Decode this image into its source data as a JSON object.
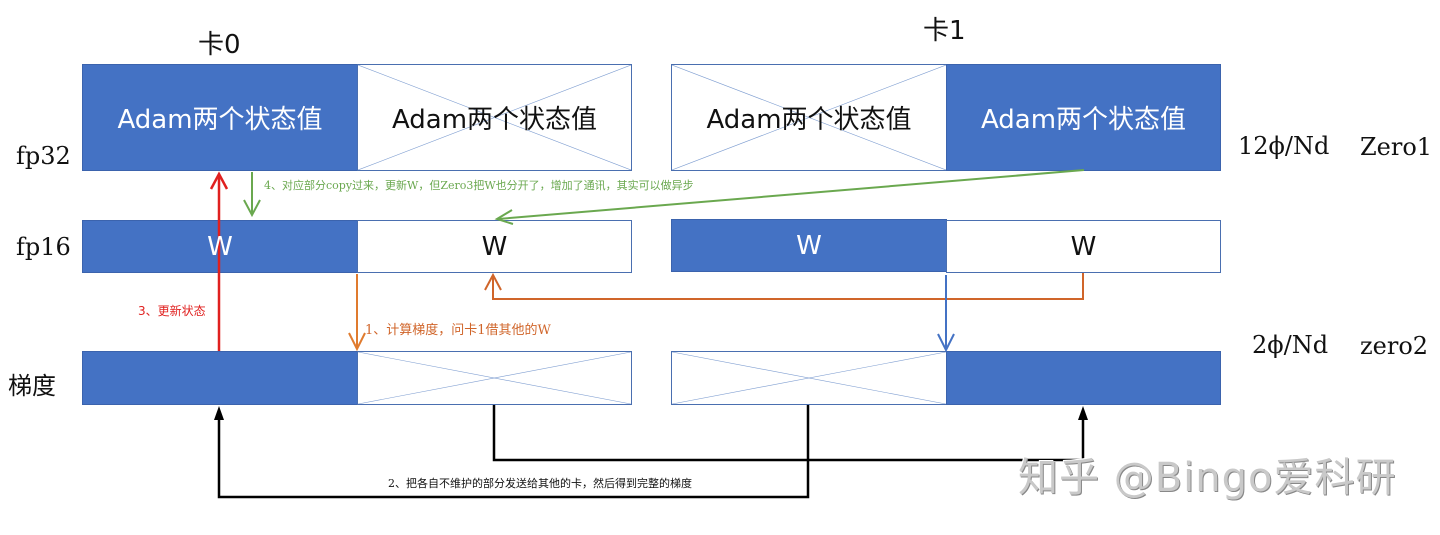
{
  "cards": [
    {
      "title": "卡0"
    },
    {
      "title": "卡1"
    }
  ],
  "row_labels": {
    "fp32": "fp32",
    "fp16": "fp16",
    "grad": "梯度"
  },
  "fp32_row": {
    "card0": [
      {
        "label": "Adam两个状态值",
        "filled": true
      },
      {
        "label": "Adam两个状态值",
        "filled": false,
        "crossed": true
      }
    ],
    "card1": [
      {
        "label": "Adam两个状态值",
        "filled": false,
        "crossed": true
      },
      {
        "label": "Adam两个状态值",
        "filled": true
      }
    ]
  },
  "fp16_row": {
    "card0": [
      {
        "label": "W",
        "filled": true
      },
      {
        "label": "W",
        "filled": false
      }
    ],
    "card1": [
      {
        "label": "W",
        "filled": true
      },
      {
        "label": "W",
        "filled": false
      }
    ]
  },
  "grad_row": {
    "card0": [
      {
        "label": "",
        "filled": true
      },
      {
        "label": "",
        "filled": false,
        "crossed": true
      }
    ],
    "card1": [
      {
        "label": "",
        "filled": false,
        "crossed": true
      },
      {
        "label": "",
        "filled": true
      }
    ]
  },
  "annotations": {
    "step1": "1、计算梯度，问卡1借其他的W",
    "step2": "2、把各自不维护的部分发送给其他的卡，然后得到完整的梯度",
    "step3": "3、更新状态",
    "step4": "4、对应部分copy过来，更新W，但Zero3把W也分开了，增加了通讯，其实可以做异步"
  },
  "formulas": {
    "zero1_mem": "12ϕ/Nd",
    "zero1_name": "Zero1",
    "zero2_mem": "2ϕ/Nd",
    "zero2_name": "zero2"
  },
  "colors": {
    "block_blue": "#4472c4",
    "step1_orange": "#d0652a",
    "step3_red": "#e0201f",
    "step4_green": "#6aa84f",
    "blue_arrow": "#4472c4",
    "black_arrow": "#000000"
  },
  "watermark": "知乎 @Bingo爱科研"
}
